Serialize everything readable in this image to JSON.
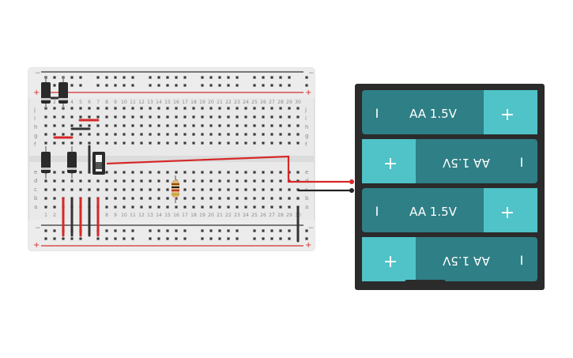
{
  "breadboard": {
    "rail_top_minus": "−",
    "rail_top_plus": "+",
    "rail_bottom_minus": "−",
    "rail_bottom_plus": "+",
    "row_letters_top": [
      "j",
      "i",
      "h",
      "g",
      "f"
    ],
    "row_letters_bottom": [
      "e",
      "d",
      "c",
      "b",
      "a"
    ],
    "column_numbers": [
      "1",
      "2",
      "3",
      "4",
      "5",
      "6",
      "7",
      "8",
      "9",
      "10",
      "11",
      "12",
      "13",
      "14",
      "15",
      "16",
      "17",
      "18",
      "19",
      "20",
      "21",
      "22",
      "23",
      "24",
      "25",
      "26",
      "27",
      "28",
      "29",
      "30"
    ]
  },
  "battery_pack": {
    "cells": [
      {
        "label": "AA 1.5V",
        "plus": "+",
        "minus": "I",
        "flipped": false
      },
      {
        "label": "AA 1.5V",
        "plus": "+",
        "minus": "I",
        "flipped": true
      },
      {
        "label": "AA 1.5V",
        "plus": "+",
        "minus": "I",
        "flipped": false
      },
      {
        "label": "AA 1.5V",
        "plus": "+",
        "minus": "I",
        "flipped": true
      }
    ]
  },
  "colors": {
    "board": "#e9e9e9",
    "hole": "#3a3a3a",
    "rail_red": "#d32f2f",
    "rail_dark": "#333333",
    "wire_red": "#d62828",
    "wire_black": "#222222",
    "battery_case": "#2b2b2b",
    "battery_body": "#2f7f86",
    "battery_cap": "#4fc3c8",
    "diode_body": "#2a2a2a",
    "diode_band": "#c8c8c8"
  },
  "components": {
    "switch": "slide-switch",
    "resistor": "resistor",
    "diodes": [
      "diode-1",
      "diode-2",
      "diode-3",
      "diode-4"
    ]
  }
}
